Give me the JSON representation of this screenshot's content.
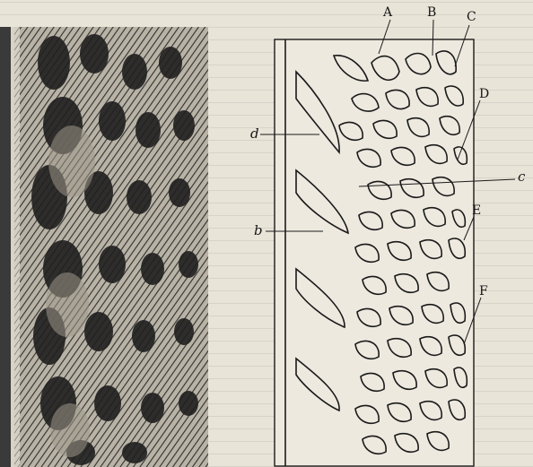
{
  "figure": {
    "labels": {
      "A": "A",
      "B": "B",
      "C": "C",
      "D": "D",
      "E": "E",
      "F": "F",
      "c": "c",
      "d": "d",
      "b": "b"
    },
    "colors": {
      "paper": "#e9e4d8",
      "ink": "#1a1a1a",
      "engraving_dark": "#2b2b2b",
      "engraving_light": "#c9c4b8"
    }
  }
}
